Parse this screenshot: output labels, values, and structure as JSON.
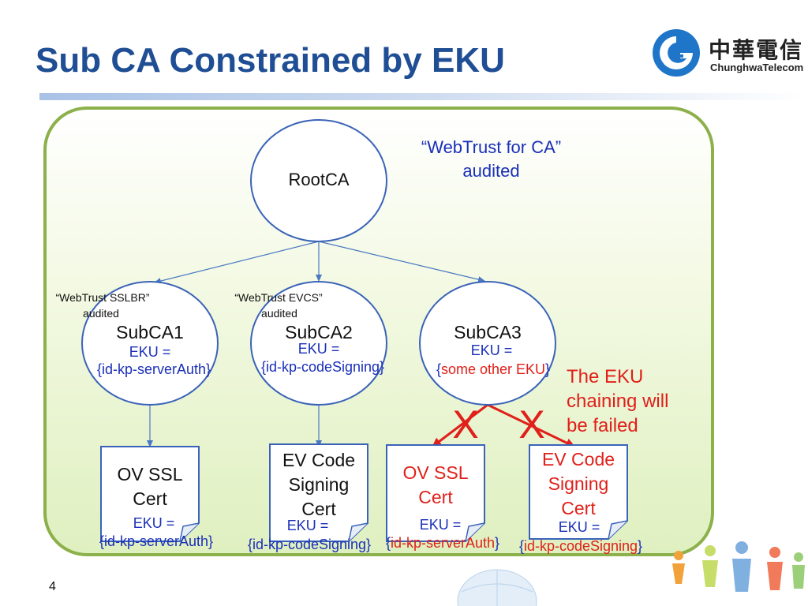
{
  "header": {
    "title": "Sub CA Constrained by EKU",
    "logo_zh": "中華電信",
    "logo_en": "ChunghwaTelecom"
  },
  "diagram": {
    "webtrust_ca_line1": "“WebTrust for CA”",
    "webtrust_ca_line2": "audited",
    "root": "RootCA",
    "subca1": {
      "name": "SubCA1",
      "eku_label": "EKU =",
      "eku_open": "{",
      "eku_value": "id-kp-serverAuth",
      "eku_close": "}",
      "audit_line1": "“WebTrust SSLBR”",
      "audit_line2": "audited"
    },
    "subca2": {
      "name": "SubCA2",
      "eku_label": "EKU =",
      "eku_open": "{",
      "eku_value": "id-kp-codeSigning",
      "eku_close": "}",
      "audit_line1": "“WebTrust EVCS”",
      "audit_line2": "audited"
    },
    "subca3": {
      "name": "SubCA3",
      "eku_label": "EKU =",
      "eku_open": "{",
      "eku_value": "some other EKU",
      "eku_close": "}"
    },
    "failure_note": [
      "The EKU",
      "chaining will",
      "be failed"
    ],
    "fail_mark": "X",
    "certs": [
      {
        "lines": [
          "OV SSL",
          "Cert"
        ],
        "eku_label": "EKU =",
        "eku_open": "{",
        "eku_value": "id-kp-serverAuth",
        "eku_close": "}"
      },
      {
        "lines": [
          "EV Code",
          "Signing",
          "Cert"
        ],
        "eku_label": "EKU =",
        "eku_open": "{",
        "eku_value": "id-kp-codeSigning",
        "eku_close": "}"
      },
      {
        "lines": [
          "OV SSL",
          "Cert"
        ],
        "eku_label": "EKU =",
        "eku_open": "{",
        "eku_value": "id-kp-serverAuth",
        "eku_close": "}"
      },
      {
        "lines": [
          "EV Code",
          "Signing",
          "Cert"
        ],
        "eku_label": "EKU =",
        "eku_open": "{",
        "eku_value": "id-kp-codeSigning",
        "eku_close": "}"
      }
    ]
  },
  "footer": {
    "page_number": "4"
  },
  "colors": {
    "title": "#1f4e94",
    "node_border": "#3a63b8",
    "eku_blue": "#1a2fb8",
    "fail_red": "#e0201a",
    "panel_border": "#8cb04a"
  }
}
